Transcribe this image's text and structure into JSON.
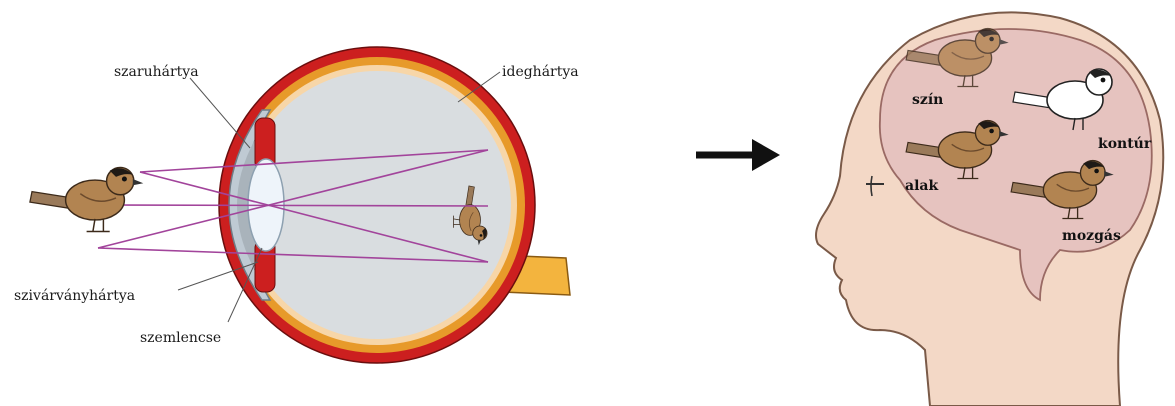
{
  "eye_diagram": {
    "labels": {
      "cornea": "szaruhártya",
      "retina": "ideghártya",
      "iris": "szivárványhártya",
      "lens": "szemlencse"
    }
  },
  "brain_diagram": {
    "labels": {
      "color": "szín",
      "contour": "kontúr",
      "shape": "alak",
      "motion": "mozgás"
    }
  },
  "colors": {
    "ray": "#a2449b",
    "sclera_red": "#cc1f1f",
    "choroid_orange": "#e79a2a",
    "vitreous": "#d9dde0",
    "bird_body": "#b28451",
    "skin": "#f3d8c6",
    "brain": "#e6c3bf"
  },
  "icons": [
    "arrow-right-icon",
    "bird-icon",
    "eye-icon",
    "head-icon"
  ]
}
